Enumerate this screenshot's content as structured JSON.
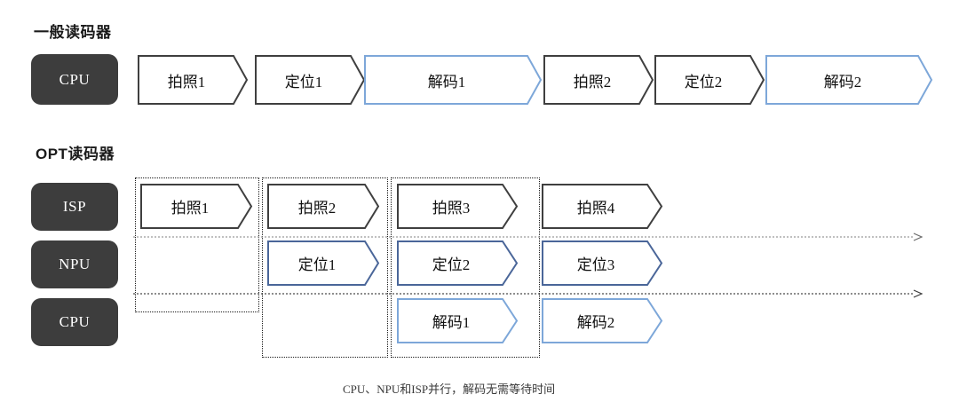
{
  "diagram": {
    "caption": "CPU、NPU和ISP并行，解码无需等待时间",
    "colors": {
      "lane_label_bg": "#3d3d3d",
      "lane_label_text": "#ffffff",
      "dark_outline": "#3f3f3f",
      "light_blue_outline": "#7da7d9",
      "navy_blue_outline": "#4a6699",
      "dotted_box": "#1a1a1a",
      "text": "#111111"
    }
  },
  "sections": [
    {
      "title": "一般读码器",
      "lanes": [
        {
          "label": "CPU",
          "tasks": [
            {
              "text": "拍照1",
              "style": "dark"
            },
            {
              "text": "定位1",
              "style": "dark"
            },
            {
              "text": "解码1",
              "style": "light-blue"
            },
            {
              "text": "拍照2",
              "style": "dark"
            },
            {
              "text": "定位2",
              "style": "dark"
            },
            {
              "text": "解码2",
              "style": "light-blue"
            }
          ]
        }
      ]
    },
    {
      "title": "OPT读码器",
      "lanes": [
        {
          "label": "ISP",
          "tasks": [
            {
              "text": "拍照1",
              "style": "dark"
            },
            {
              "text": "拍照2",
              "style": "dark"
            },
            {
              "text": "拍照3",
              "style": "dark"
            },
            {
              "text": "拍照4",
              "style": "dark"
            }
          ]
        },
        {
          "label": "NPU",
          "tasks": [
            {
              "text": "定位1",
              "style": "navy-blue"
            },
            {
              "text": "定位2",
              "style": "navy-blue"
            },
            {
              "text": "定位3",
              "style": "navy-blue"
            }
          ]
        },
        {
          "label": "CPU",
          "tasks": [
            {
              "text": "解码1",
              "style": "light-blue"
            },
            {
              "text": "解码2",
              "style": "light-blue"
            }
          ]
        }
      ]
    }
  ]
}
